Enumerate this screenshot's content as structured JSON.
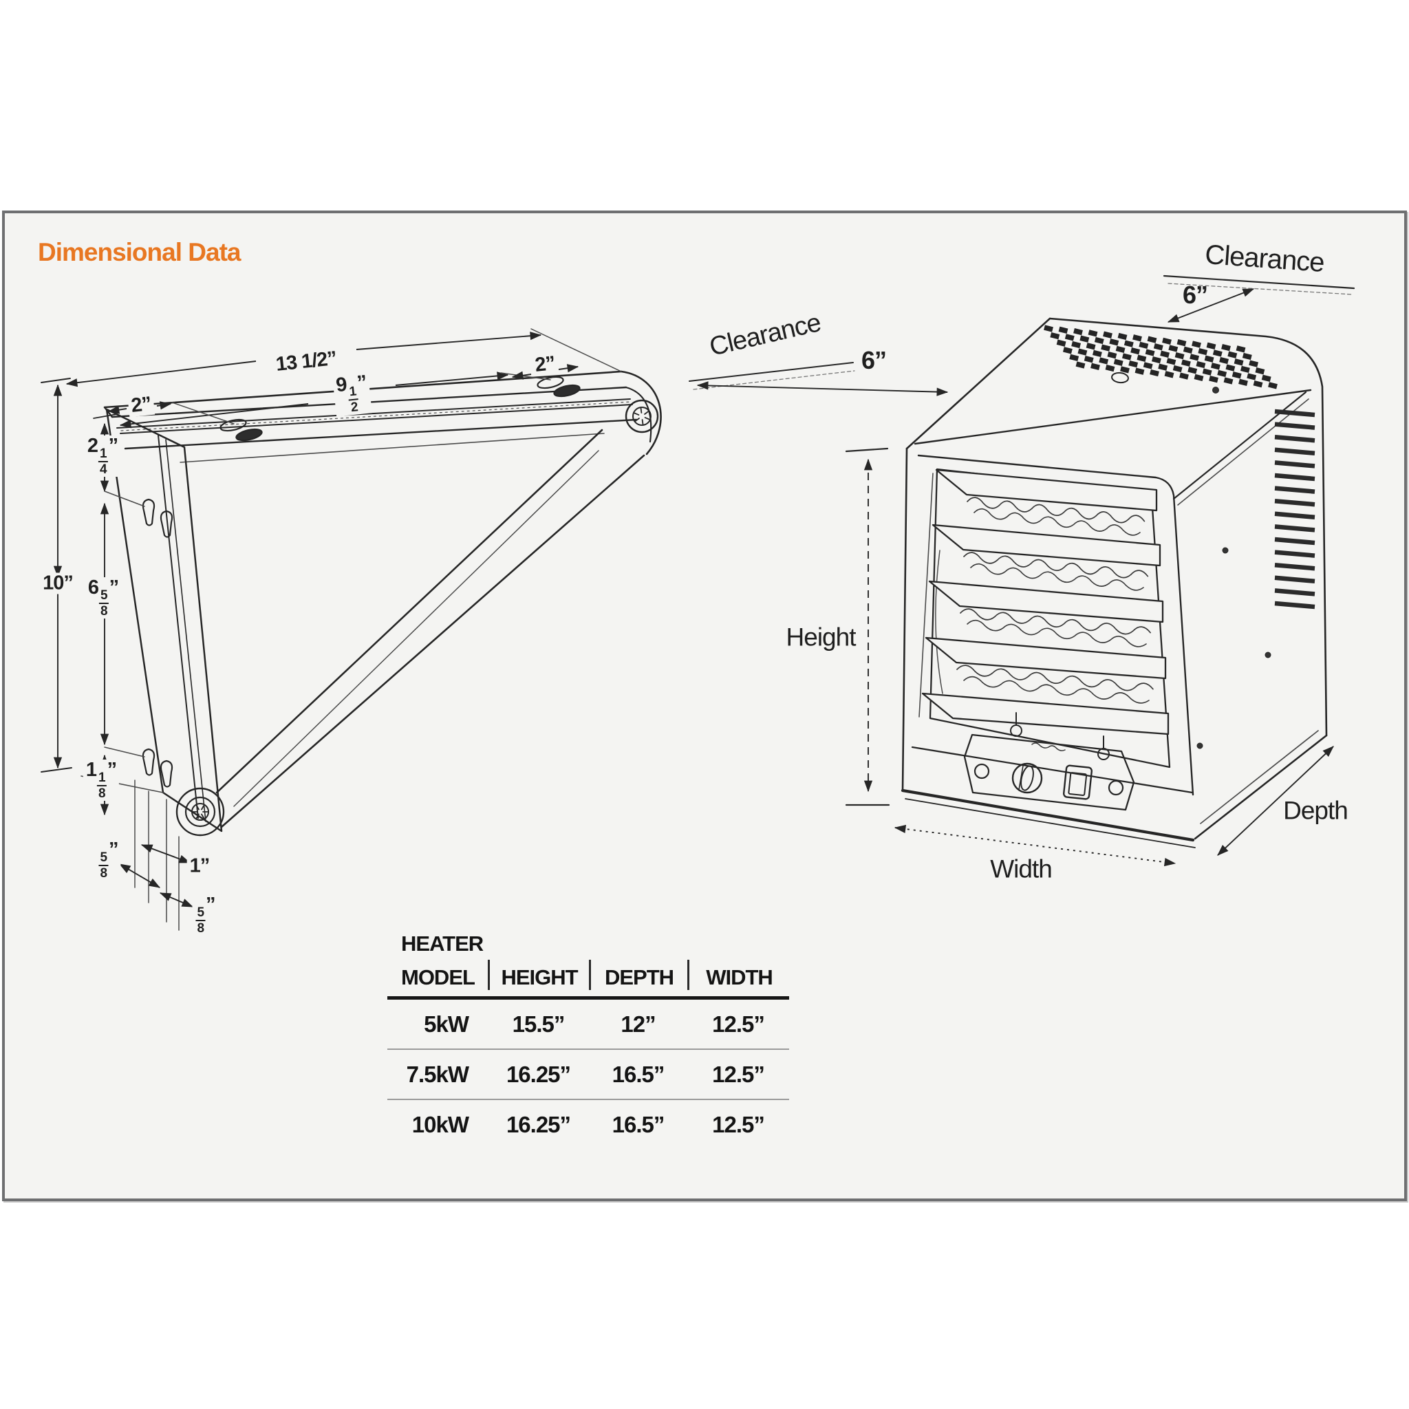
{
  "title": "Dimensional Data",
  "accent_color": "#e87722",
  "bracket": {
    "dims": {
      "overall_length": "13 1/2”",
      "length_to_hole": {
        "whole": "9",
        "num": "1",
        "den": "2",
        "unit": "”"
      },
      "end_offset": "2”",
      "left_offset": "2”",
      "top_to_keyhole": {
        "whole": "2",
        "num": "1",
        "den": "4",
        "unit": "”"
      },
      "overall_height": "10”",
      "keyhole_spacing": {
        "whole": "6",
        "num": "5",
        "den": "8",
        "unit": "”"
      },
      "keyhole_to_bottom": {
        "whole": "1",
        "num": "1",
        "den": "8",
        "unit": "”"
      },
      "bottom_left_offset": {
        "whole": "",
        "num": "5",
        "den": "8",
        "unit": "”"
      },
      "bottom_center_offset": "1”",
      "bottom_right_offset": {
        "whole": "",
        "num": "5",
        "den": "8",
        "unit": "”"
      }
    }
  },
  "heater": {
    "clearance_side": {
      "label": "Clearance",
      "value": "6”"
    },
    "clearance_top": {
      "label": "Clearance",
      "value": "6”"
    },
    "height_label": "Height",
    "width_label": "Width",
    "depth_label": "Depth"
  },
  "table": {
    "header": {
      "model_line1": "HEATER",
      "model_line2": "MODEL",
      "height": "HEIGHT",
      "depth": "DEPTH",
      "width": "WIDTH"
    },
    "rows": [
      {
        "model": "5kW",
        "height": "15.5”",
        "depth": "12”",
        "width": "12.5”"
      },
      {
        "model": "7.5kW",
        "height": "16.25”",
        "depth": "16.5”",
        "width": "12.5”"
      },
      {
        "model": "10kW",
        "height": "16.25”",
        "depth": "16.5”",
        "width": "12.5”"
      }
    ]
  }
}
